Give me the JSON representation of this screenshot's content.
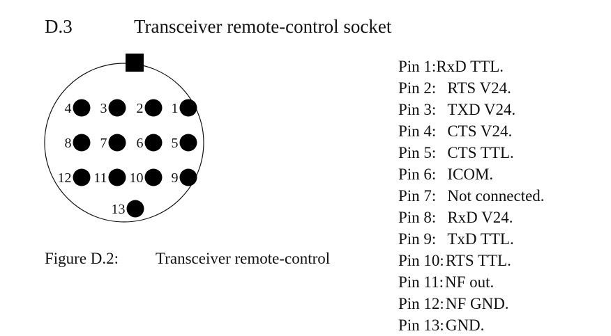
{
  "section": {
    "number": "D.3",
    "title": "Transceiver remote-control socket"
  },
  "figure": {
    "label": "Figure D.2:",
    "caption": "Transceiver remote-control"
  },
  "socket": {
    "pins": [
      {
        "number": "1",
        "row": 1,
        "col": 4
      },
      {
        "number": "2",
        "row": 1,
        "col": 3
      },
      {
        "number": "3",
        "row": 1,
        "col": 2
      },
      {
        "number": "4",
        "row": 1,
        "col": 1
      },
      {
        "number": "5",
        "row": 2,
        "col": 4
      },
      {
        "number": "6",
        "row": 2,
        "col": 3
      },
      {
        "number": "7",
        "row": 2,
        "col": 2
      },
      {
        "number": "8",
        "row": 2,
        "col": 1
      },
      {
        "number": "9",
        "row": 3,
        "col": 4
      },
      {
        "number": "10",
        "row": 3,
        "col": 3
      },
      {
        "number": "11",
        "row": 3,
        "col": 2
      },
      {
        "number": "12",
        "row": 3,
        "col": 1
      },
      {
        "number": "13",
        "row": 4,
        "col": 2.5
      }
    ]
  },
  "pin_assignments": [
    {
      "pin": "Pin 1:",
      "signal": "RxD TTL."
    },
    {
      "pin": "Pin 2:",
      "signal": "RTS V24."
    },
    {
      "pin": "Pin 3:",
      "signal": "TXD V24."
    },
    {
      "pin": "Pin 4:",
      "signal": "CTS V24."
    },
    {
      "pin": "Pin 5:",
      "signal": "CTS TTL."
    },
    {
      "pin": "Pin 6:",
      "signal": "ICOM."
    },
    {
      "pin": "Pin 7:",
      "signal": "Not connected."
    },
    {
      "pin": "Pin 8:",
      "signal": "RxD V24."
    },
    {
      "pin": "Pin 9:",
      "signal": "TxD TTL."
    },
    {
      "pin": "Pin 10:",
      "signal": "RTS TTL."
    },
    {
      "pin": "Pin 11:",
      "signal": "NF out."
    },
    {
      "pin": "Pin 12:",
      "signal": "NF GND."
    },
    {
      "pin": "Pin 13:",
      "signal": "GND."
    }
  ]
}
